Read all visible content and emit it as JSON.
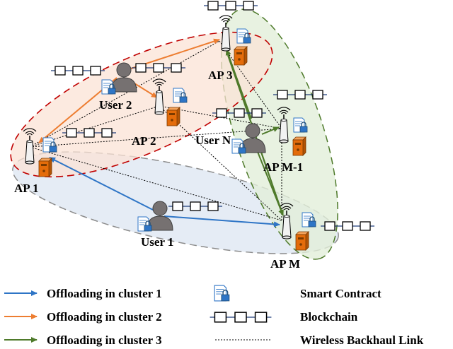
{
  "nodes": {
    "ap1": "AP 1",
    "ap2": "AP 2",
    "ap3": "AP 3",
    "apm1": "AP M-1",
    "apm": "AP M",
    "user1": "User 1",
    "user2": "User 2",
    "usern": "User N"
  },
  "legend": {
    "cluster1": "Offloading in cluster 1",
    "cluster2": "Offloading in cluster 2",
    "cluster3": "Offloading in cluster 3",
    "smart_contract": "Smart Contract",
    "blockchain": "Blockchain",
    "backhaul": "Wireless Backhaul Link"
  },
  "colors": {
    "cluster1": "#2e75c6",
    "cluster2": "#ed7d31",
    "cluster3": "#4e7a2a",
    "cluster1_fill": "#dce6f2",
    "cluster2_fill": "#fbe3d6",
    "cluster3_fill": "#e2efd9",
    "cluster2_border": "#c00000",
    "server": "#e46c0a"
  },
  "icons": {
    "ap": "access-point-icon",
    "user": "user-icon",
    "server": "edge-server-icon",
    "contract": "smart-contract-icon",
    "chain": "blockchain-icon"
  }
}
